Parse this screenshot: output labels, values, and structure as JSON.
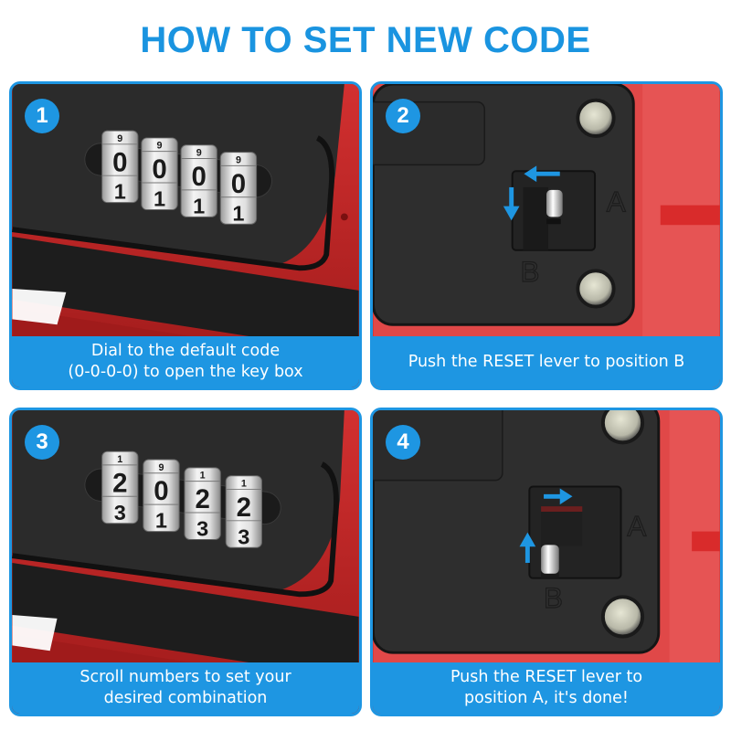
{
  "header": {
    "title": "HOW TO SET NEW CODE"
  },
  "colors": {
    "accent": "#1e96e2",
    "title": "#1a94e0",
    "lockbox_red": "#c42a2a",
    "panel_black": "#2b2b2b",
    "caption_text": "#ffffff"
  },
  "steps": [
    {
      "number": "1",
      "caption": "Dial to the default code\n(0-0-0-0) to open the key box",
      "dials": {
        "top": [
          "9",
          "9",
          "9",
          "9"
        ],
        "main": [
          "0",
          "0",
          "0",
          "0"
        ],
        "bottom": [
          "1",
          "1",
          "1",
          "1"
        ]
      }
    },
    {
      "number": "2",
      "caption": "Push the RESET lever to position B",
      "lever": {
        "label_a": "A",
        "label_b": "B",
        "target": "B",
        "arrows": [
          "arrow-left-icon",
          "arrow-down-icon"
        ]
      }
    },
    {
      "number": "3",
      "caption": "Scroll numbers to set your\ndesired combination",
      "dials": {
        "top": [
          "1",
          "9",
          "1",
          "1"
        ],
        "main": [
          "2",
          "0",
          "2",
          "2"
        ],
        "bottom": [
          "3",
          "1",
          "3",
          "3"
        ]
      }
    },
    {
      "number": "4",
      "caption": "Push the RESET lever to\nposition A, it's done!",
      "lever": {
        "label_a": "A",
        "label_b": "B",
        "target": "A",
        "arrows": [
          "arrow-right-icon",
          "arrow-up-icon"
        ]
      }
    }
  ]
}
